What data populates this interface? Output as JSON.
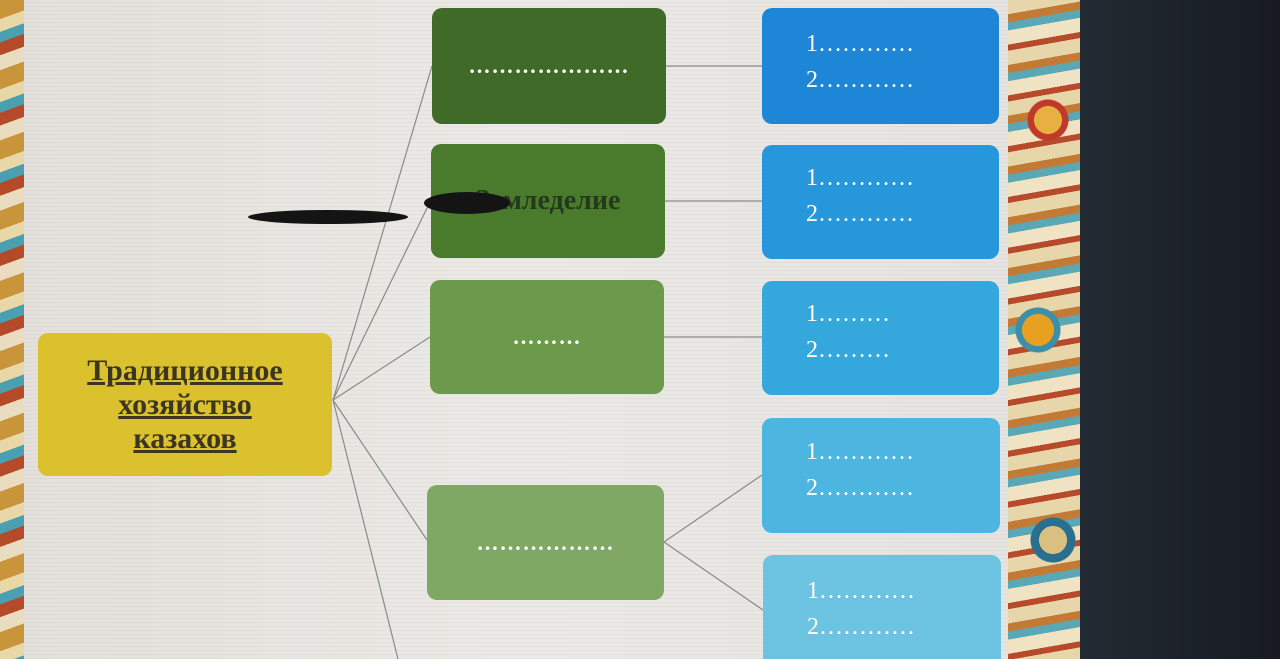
{
  "root": {
    "lines": [
      "Традиционное",
      "хозяйство",
      "казахов"
    ],
    "color": "#dcc12e"
  },
  "branches": [
    {
      "label": "…………………",
      "color": "#3f6a28"
    },
    {
      "label": "Земледелие",
      "color": "#4a7a2c"
    },
    {
      "label": "………",
      "color": "#6b9a4b"
    },
    {
      "label": "………………",
      "color": "#80a865"
    }
  ],
  "details": [
    {
      "line1": "1…………",
      "line2": "2…………",
      "color": "#1e86d6"
    },
    {
      "line1": "1…………",
      "line2": "2…………",
      "color": "#2597da"
    },
    {
      "line1": "1………",
      "line2": "2………",
      "color": "#34a8dd"
    },
    {
      "line1": "1…………",
      "line2": "2…………",
      "color": "#4cb5e0"
    },
    {
      "line1": "1…………",
      "line2": "2…………",
      "color": "#6cc3e2"
    }
  ]
}
